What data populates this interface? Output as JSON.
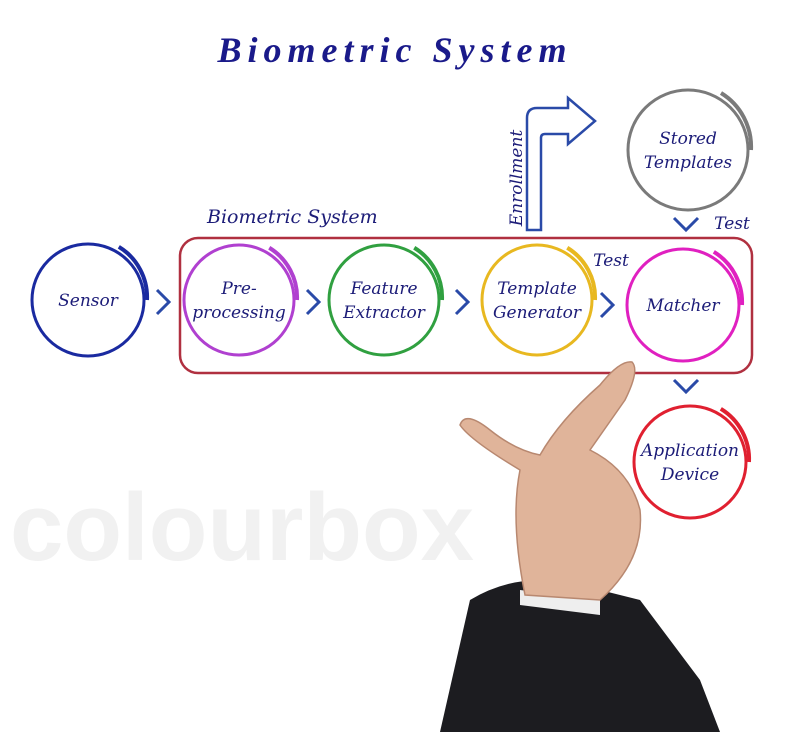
{
  "title": "Biometric System",
  "watermark": "colourbox",
  "system_box": {
    "label": "Biometric System",
    "color": "#b03040"
  },
  "nodes": {
    "sensor": {
      "lines": [
        "Sensor"
      ],
      "color": "#1a2aa0"
    },
    "preprocessing": {
      "lines": [
        "Pre-",
        "processing"
      ],
      "color": "#b040d0"
    },
    "feature_extractor": {
      "lines": [
        "Feature",
        "Extractor"
      ],
      "color": "#30a040"
    },
    "template_generator": {
      "lines": [
        "Template",
        "Generator"
      ],
      "color": "#e8b820"
    },
    "matcher": {
      "lines": [
        "Matcher"
      ],
      "color": "#e020c0"
    },
    "stored_templates": {
      "lines": [
        "Stored",
        "Templates"
      ],
      "color": "#7a7a7a"
    },
    "application_device": {
      "lines": [
        "Application",
        "Device"
      ],
      "color": "#e02030"
    }
  },
  "edges": {
    "enrollment": "Enrollment",
    "test_generator_matcher": "Test",
    "test_stored_matcher": "Test"
  },
  "arrow_color": "#2a4aa8"
}
